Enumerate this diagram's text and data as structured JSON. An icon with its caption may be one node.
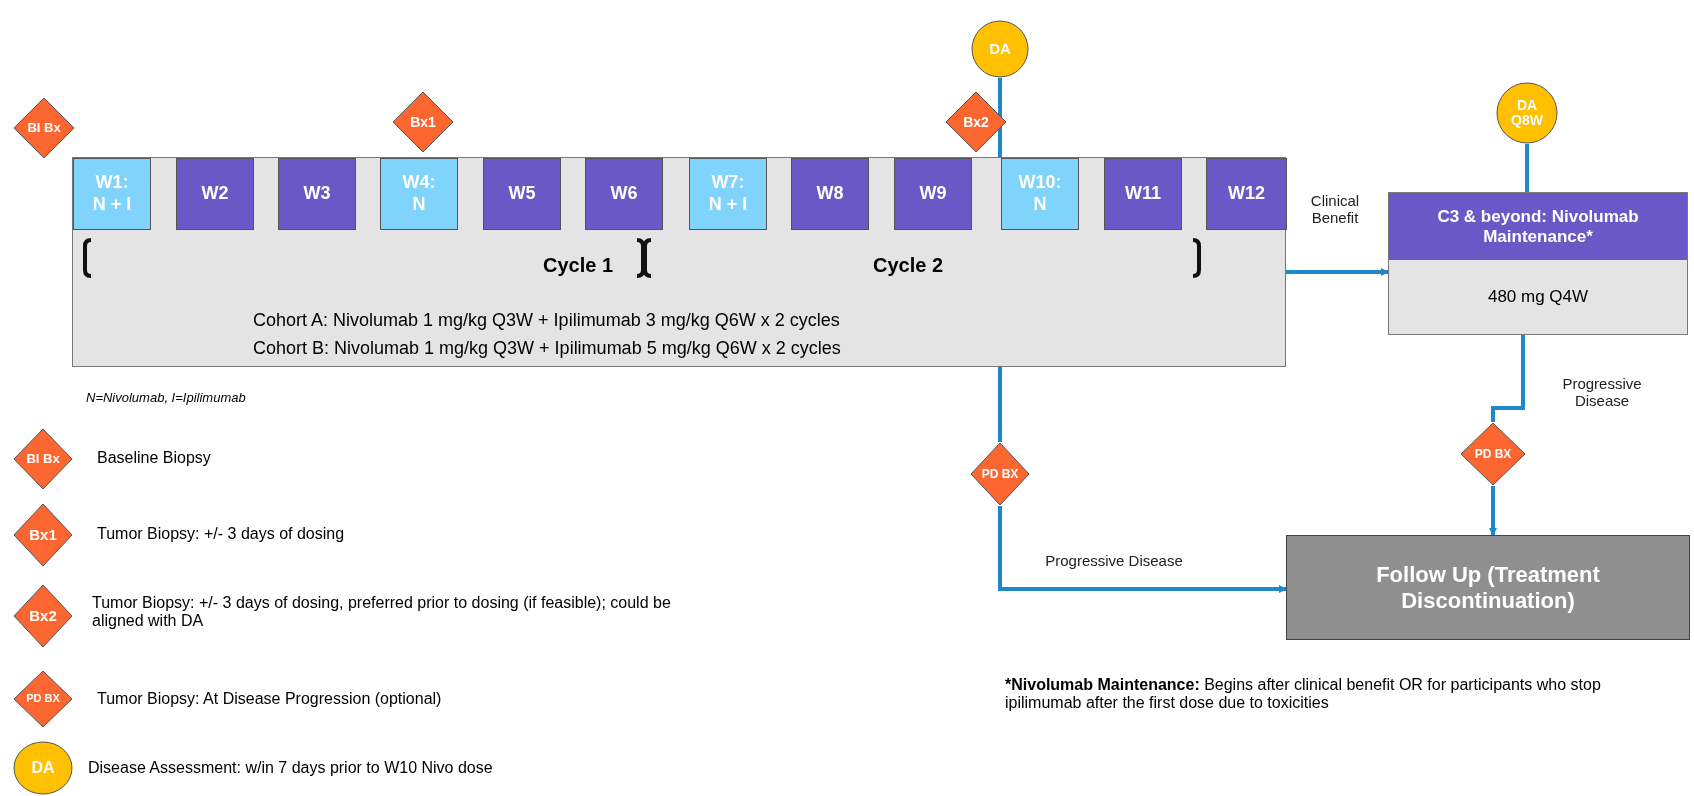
{
  "diagram": {
    "nodes": [
      {
        "text": [
          "Cycle 1",
          "Cycle 2",
          "Cohort A: Nivolumab 1 mg/kg Q3W + Ipilimumab 3 mg/kg Q6W x 2 cycles",
          "Cohort B: Nivolumab 1 mg/kg Q3W + Ipilimumab 5 mg/kg Q6W x 2 cycles"
        ]
      },
      {
        "text": [
          "W1: N + I"
        ],
        "in": 0
      },
      {
        "text": [
          "W2"
        ],
        "in": 0
      },
      {
        "text": [
          "W3"
        ],
        "in": 0
      },
      {
        "text": [
          "W4: N"
        ],
        "in": 0
      },
      {
        "text": [
          "W5"
        ],
        "in": 0
      },
      {
        "text": [
          "W6"
        ],
        "in": 0
      },
      {
        "text": [
          "W7: N + I"
        ],
        "in": 0
      },
      {
        "text": [
          "W8"
        ],
        "in": 0
      },
      {
        "text": [
          "W9"
        ],
        "in": 0
      },
      {
        "text": [
          "W10: N"
        ],
        "in": 0
      },
      {
        "text": [
          "W11"
        ],
        "in": 0
      },
      {
        "text": [
          "W12"
        ],
        "in": 0
      },
      {
        "text": [
          "Bl Bx"
        ]
      },
      {
        "text": [
          "Bx1"
        ]
      },
      {
        "text": [
          "DA"
        ]
      },
      {
        "text": [
          "Bx2"
        ]
      },
      {
        "text": [
          "DA Q8W"
        ]
      },
      {
        "text": [
          "C3 & beyond: Nivolumab  Maintenance*",
          "480 mg Q4W"
        ]
      },
      {
        "text": [
          "PD BX"
        ]
      },
      {
        "text": [
          "PD BX"
        ]
      },
      {
        "text": [
          "Follow Up (Treatment Discontinuation)"
        ]
      },
      {
        "text": [
          "Bl Bx"
        ],
        "beside": [
          "Baseline Biopsy"
        ]
      },
      {
        "text": [
          "Bx1"
        ],
        "beside": [
          "Tumor Biopsy: +/- 3 days of dosing"
        ]
      },
      {
        "text": [
          "Bx2"
        ],
        "beside": [
          "Tumor Biopsy: +/- 3 days of dosing, preferred prior to dosing (if feasible); could be aligned with DA"
        ]
      },
      {
        "text": [
          "PD BX"
        ],
        "beside": [
          "Tumor Biopsy: At Disease Progression (optional)"
        ]
      },
      {
        "text": [
          "DA"
        ],
        "beside": [
          "Disease Assessment: w/in 7 days prior to W10 Nivo dose"
        ]
      }
    ],
    "edges": [
      {
        "from": 15,
        "to": 19,
        "arrow": "none"
      },
      {
        "from": 19,
        "to": 21,
        "arrow": "to",
        "label": "Progressive Disease"
      },
      {
        "from": 0,
        "to": 18,
        "arrow": "to",
        "label": "Clinical Benefit"
      },
      {
        "from": 17,
        "to": 18,
        "arrow": "none"
      },
      {
        "from": 18,
        "to": 20,
        "arrow": "none",
        "label": "Progressive Disease"
      },
      {
        "from": 20,
        "to": 21,
        "arrow": "to"
      }
    ],
    "labels": [
      "N=Nivolumab,  I=Ipilimumab",
      "***Nivolumab Maintenance:** Begins after clinical benefit OR for participants who stop ipilimumab after the first dose due to toxicities"
    ]
  }
}
